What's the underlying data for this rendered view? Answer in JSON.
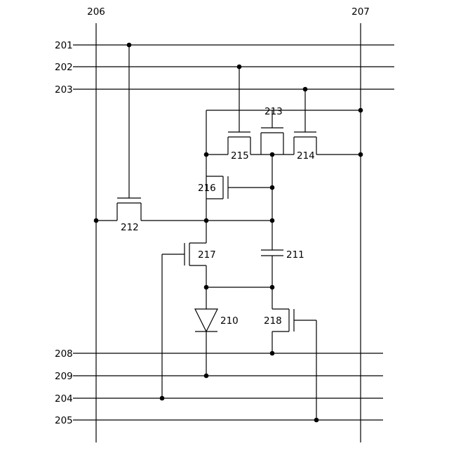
{
  "labels": {
    "col_left": "206",
    "col_right": "207",
    "line_201": "201",
    "line_202": "202",
    "line_203": "203",
    "line_208": "208",
    "line_209": "209",
    "line_204": "204",
    "line_205": "205",
    "diode_210": "210",
    "capacitor_211": "211",
    "transistor_212": "212",
    "transistor_213": "213",
    "transistor_214": "214",
    "transistor_215": "215",
    "transistor_216": "216",
    "transistor_217": "217",
    "transistor_218": "218"
  }
}
